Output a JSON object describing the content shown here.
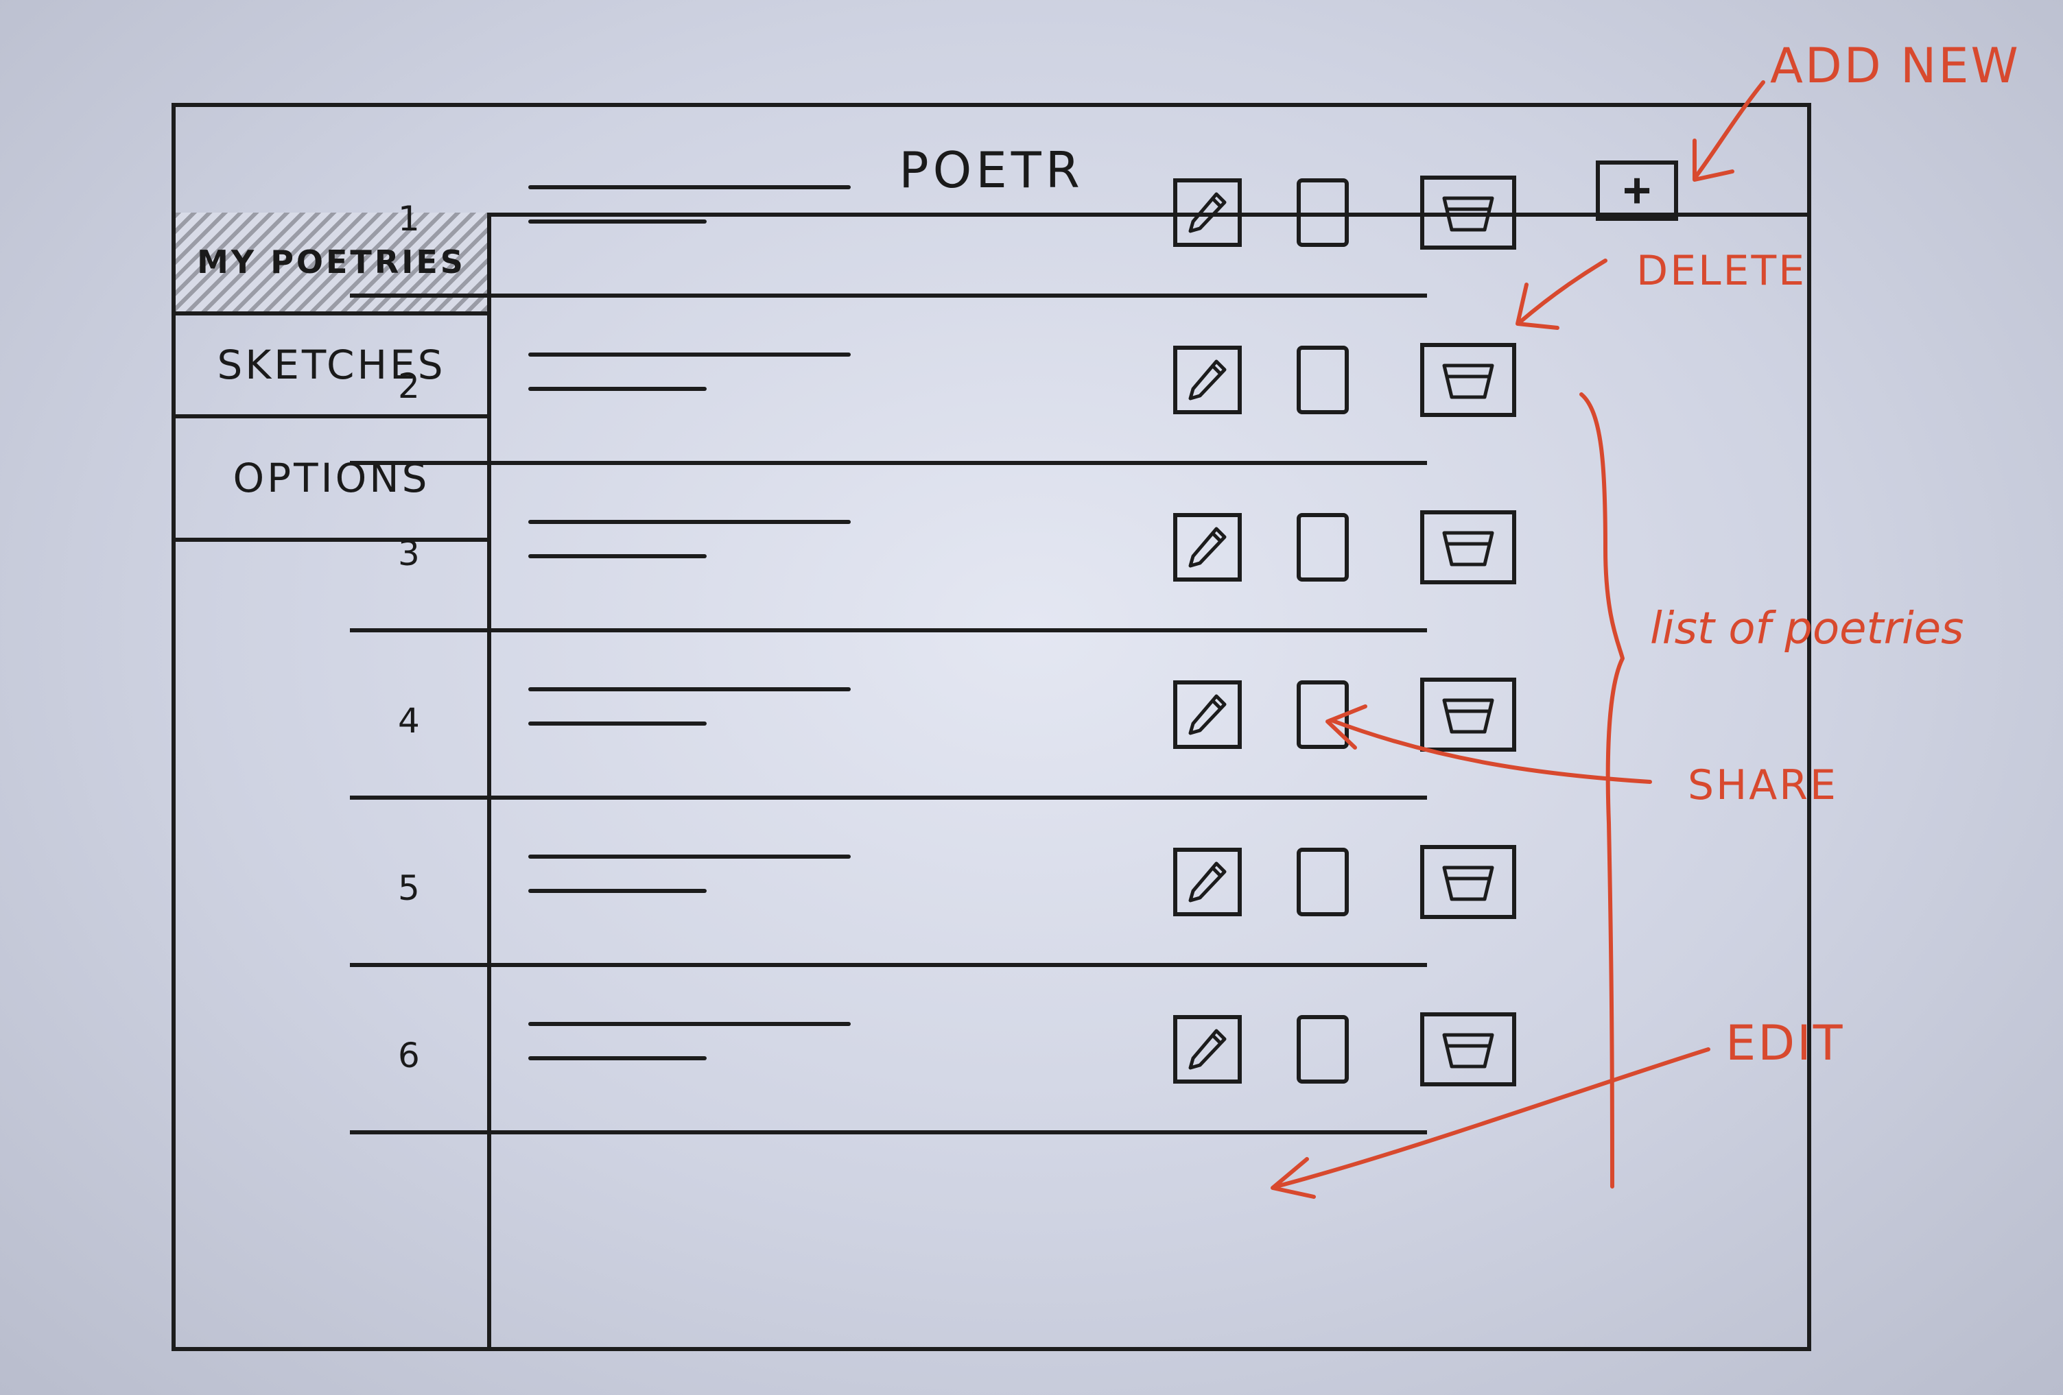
{
  "header": {
    "title": "POETR",
    "add_label": "+"
  },
  "sidebar": {
    "items": [
      {
        "label": "MY POETRIES",
        "active": true
      },
      {
        "label": "SKETCHES",
        "active": false
      },
      {
        "label": "OPTIONS",
        "active": false
      }
    ]
  },
  "poetries": [
    {
      "number": "1"
    },
    {
      "number": "2"
    },
    {
      "number": "3"
    },
    {
      "number": "4"
    },
    {
      "number": "5"
    },
    {
      "number": "6"
    }
  ],
  "annotations": {
    "add_new": "ADD NEW",
    "delete": "DELETE",
    "list": "list of poetries",
    "share": "SHARE",
    "edit": "EDIT"
  },
  "icons": {
    "add": "plus-icon",
    "edit": "pencil-icon",
    "share": "share-icon",
    "delete": "trash-icon"
  },
  "colors": {
    "ink": "#1c1c1c",
    "annotation": "#d8492e"
  }
}
